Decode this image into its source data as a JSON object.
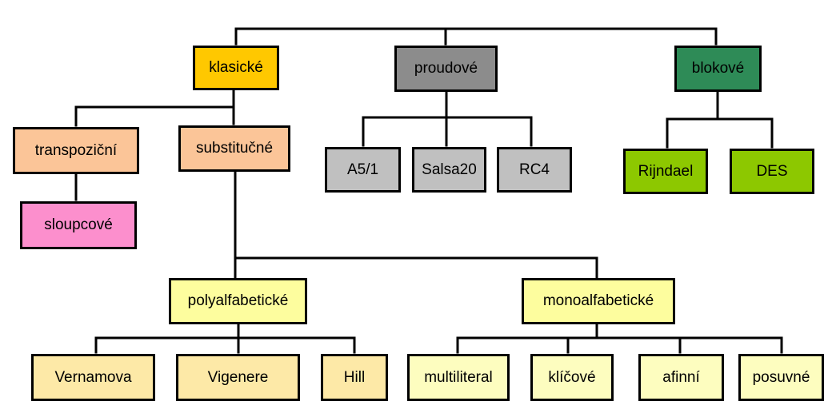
{
  "colors": {
    "klasicke": "#ffc800",
    "proudove": "#8c8c8c",
    "blokove": "#2e8b57",
    "transpozicni": "#fbc598",
    "substitucne": "#fbc598",
    "sloupcove": "#fc8fcd",
    "stream_child": "#c0c0c0",
    "block_child": "#8dc800",
    "poly_mono": "#fdfd9e",
    "leaf_left": "#fde9a7",
    "leaf_right": "#fdfdbf"
  },
  "nodes": {
    "klasicke": "klasické",
    "proudove": "proudové",
    "blokove": "blokové",
    "transpozicni": "transpoziční",
    "substitucne": "substitučné",
    "sloupcove": "sloupcové",
    "a51": "A5/1",
    "salsa20": "Salsa20",
    "rc4": "RC4",
    "rijndael": "Rijndael",
    "des": "DES",
    "polyalfabeticke": "polyalfabetické",
    "monoalfabeticke": "monoalfabetické",
    "vernamova": "Vernamova",
    "vigenere": "Vigenere",
    "hill": "Hill",
    "multiliteral": "multiliteral",
    "klicove": "klíčové",
    "afinni": "afinní",
    "posuvne": "posuvné"
  }
}
